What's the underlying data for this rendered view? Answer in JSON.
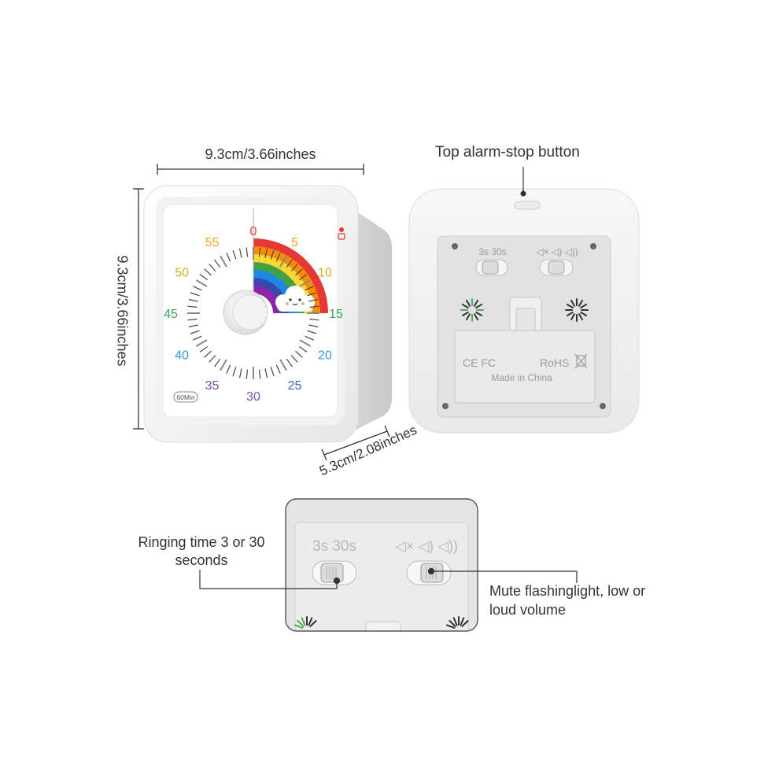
{
  "dimensions": {
    "width_label": "9.3cm/3.66inches",
    "height_label": "9.3cm/3.66inches",
    "depth_label": "5.3cm/2.08inches"
  },
  "callouts": {
    "top_button": "Top alarm-stop button",
    "ringing_time": "Ringing time 3 or 30 seconds",
    "mute": "Mute flashinglight, low or loud volume"
  },
  "timer_face": {
    "numbers": [
      {
        "label": "0",
        "color": "#e53935"
      },
      {
        "label": "5",
        "color": "#f5a623"
      },
      {
        "label": "10",
        "color": "#d4b020"
      },
      {
        "label": "15",
        "color": "#3aa655"
      },
      {
        "label": "20",
        "color": "#2e9fd8"
      },
      {
        "label": "25",
        "color": "#3a66c4"
      },
      {
        "label": "30",
        "color": "#7c4fb3"
      },
      {
        "label": "35",
        "color": "#7c4fb3"
      },
      {
        "label": "40",
        "color": "#2e9fd8"
      },
      {
        "label": "45",
        "color": "#3aa655"
      },
      {
        "label": "50",
        "color": "#d4b020"
      },
      {
        "label": "55",
        "color": "#f5a623"
      }
    ],
    "range_badge": "60Min"
  },
  "back_panel": {
    "ring_switch_marks": "3s 30s",
    "volume_switch_marks": "◁× ◁) ◁))",
    "ce_fcc": "CE FC",
    "rohs": "RoHS",
    "origin": "Made in China"
  },
  "zoom_panel": {
    "ring_switch_marks": "3s 30s",
    "volume_switch_marks": "◁× ◁) ◁))"
  },
  "colors": {
    "rainbow": [
      "#e53935",
      "#fb8c00",
      "#fdd835",
      "#43a047",
      "#1e88e5",
      "#3949ab",
      "#8e24aa"
    ],
    "shell": "#f3f3f3",
    "text": "#333333"
  }
}
